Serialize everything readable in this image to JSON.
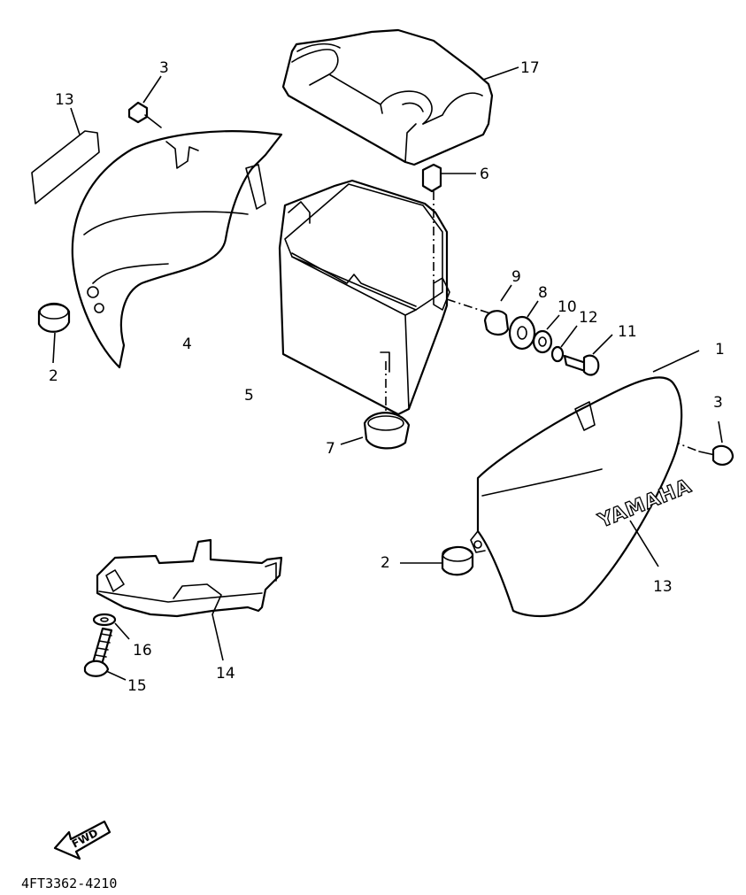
{
  "callouts": [
    {
      "id": "c1",
      "label": "1"
    },
    {
      "id": "c2a",
      "label": "2"
    },
    {
      "id": "c2b",
      "label": "2"
    },
    {
      "id": "c3a",
      "label": "3"
    },
    {
      "id": "c3b",
      "label": "3"
    },
    {
      "id": "c4",
      "label": "4"
    },
    {
      "id": "c5",
      "label": "5"
    },
    {
      "id": "c6",
      "label": "6"
    },
    {
      "id": "c7",
      "label": "7"
    },
    {
      "id": "c8",
      "label": "8"
    },
    {
      "id": "c9",
      "label": "9"
    },
    {
      "id": "c10",
      "label": "10"
    },
    {
      "id": "c11",
      "label": "11"
    },
    {
      "id": "c12",
      "label": "12"
    },
    {
      "id": "c13a",
      "label": "13"
    },
    {
      "id": "c13b",
      "label": "13"
    },
    {
      "id": "c14",
      "label": "14"
    },
    {
      "id": "c15",
      "label": "15"
    },
    {
      "id": "c16",
      "label": "16"
    },
    {
      "id": "c17",
      "label": "17"
    }
  ],
  "side_cover_brand": "YAMAHA",
  "fwd_arrow_label": "FWD",
  "diagram_code": "4FT3362-4210"
}
